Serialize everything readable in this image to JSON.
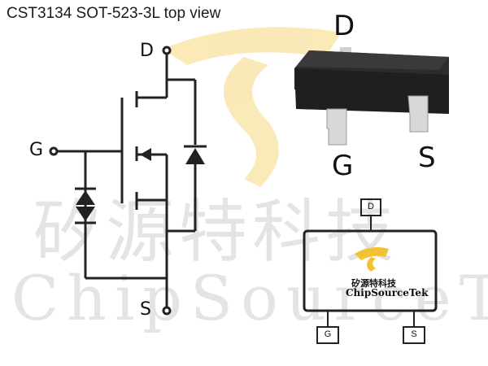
{
  "title": "CST3134 SOT-523-3L top view",
  "watermark": {
    "cn": "矽源特科技",
    "en": "ChipSourceTek"
  },
  "schematic": {
    "pin_d": "D",
    "pin_g": "G",
    "pin_s": "S"
  },
  "package_3d": {
    "pin_d": "D",
    "pin_g": "G",
    "pin_s": "S"
  },
  "footprint": {
    "pin_d": "D",
    "pin_g": "G",
    "pin_s": "S",
    "brand_cn": "矽源特科技",
    "brand_en": "ChipSourceTek"
  },
  "colors": {
    "logo_gold": "#f2c230",
    "package_dark": "#2a2a2a",
    "lead_silver": "#d8d8d8"
  }
}
